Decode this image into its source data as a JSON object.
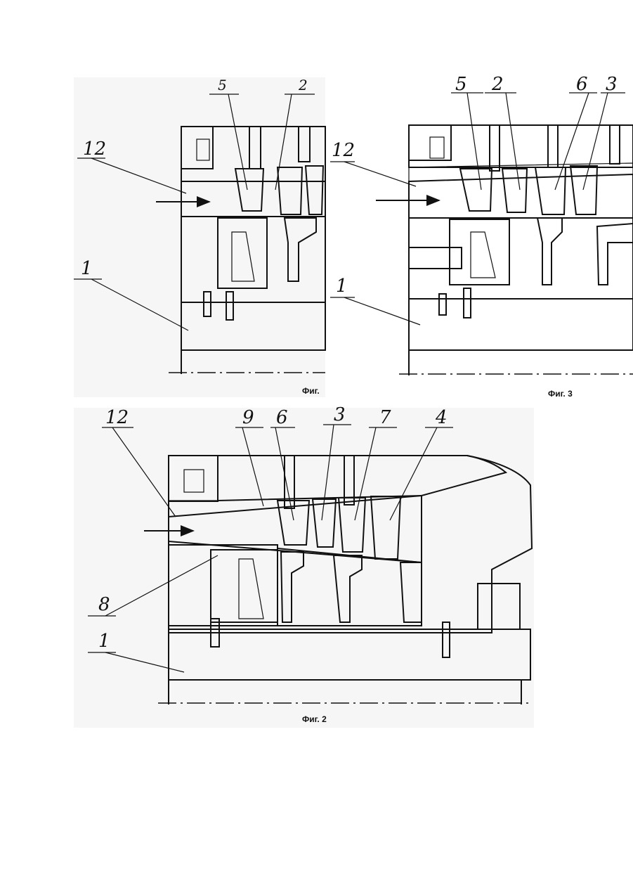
{
  "figures": [
    {
      "id": "fig1",
      "caption": "Фиг.",
      "labels": [
        "5",
        "2",
        "12",
        "1"
      ]
    },
    {
      "id": "fig3",
      "caption": "Фиг. 3",
      "labels": [
        "5",
        "2",
        "6",
        "3",
        "12",
        "1"
      ]
    },
    {
      "id": "fig2",
      "caption": "Фиг. 2",
      "labels": [
        "12",
        "9",
        "6",
        "3",
        "7",
        "4",
        "8",
        "1"
      ]
    }
  ],
  "colors": {
    "ink": "#111111",
    "paper": "#ffffff",
    "shade": "#e9e9e9"
  }
}
